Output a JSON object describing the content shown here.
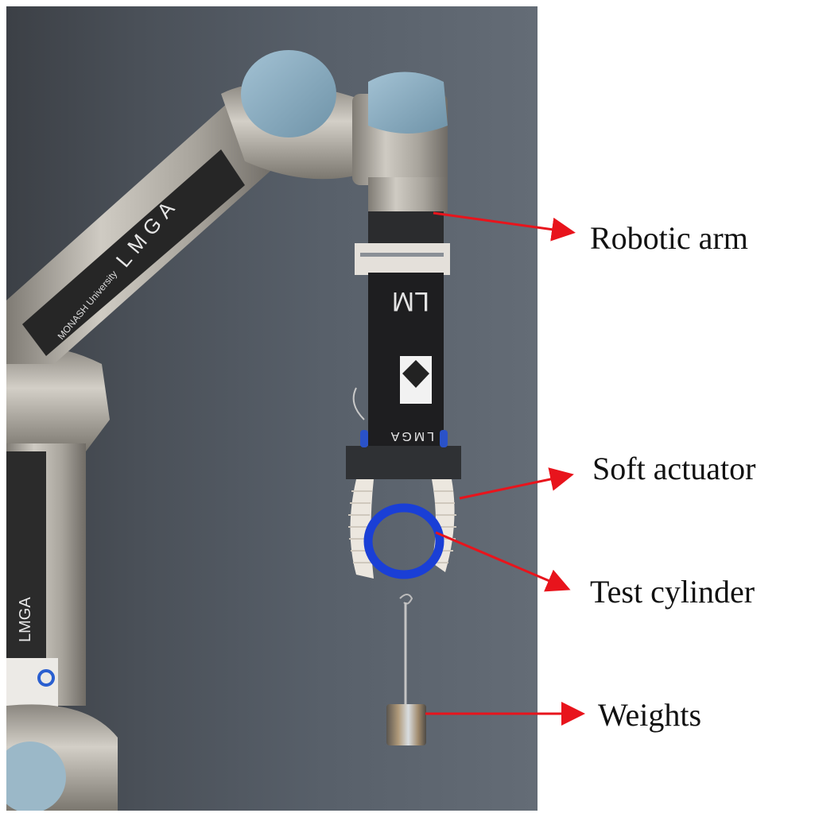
{
  "figure": {
    "type": "annotated-photo",
    "subject": "robotic arm with soft actuator gripping a test cylinder holding weights"
  },
  "labels": [
    {
      "text": "Robotic arm",
      "target": "robotic-arm"
    },
    {
      "text": "Soft actuator",
      "target": "soft-actuator"
    },
    {
      "text": "Test cylinder",
      "target": "test-cylinder"
    },
    {
      "text": "Weights",
      "target": "weights"
    }
  ],
  "photo_text": {
    "arm_sticker": "LMGA",
    "arm_sticker_secondary": "MONASH University",
    "tool_text": "LM",
    "flange_text": "LMGA"
  },
  "colors": {
    "arrow": "#e8141c",
    "joint_cap": "#86a9bd",
    "arm_metal": "#a7a39b",
    "cylinder_ring": "#1a3fd6",
    "actuator": "#e9e4dc",
    "background_wall": "#555c65"
  }
}
